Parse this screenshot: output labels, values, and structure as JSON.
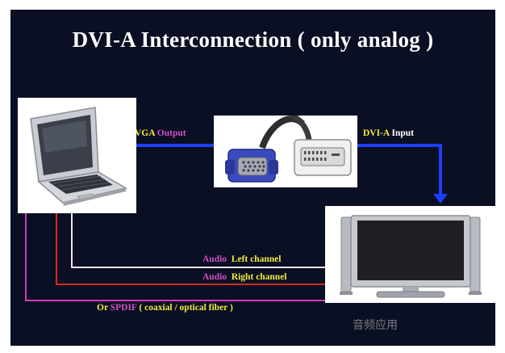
{
  "title": "DVI-A  Interconnection ( only analog )",
  "labels": {
    "vga_output": {
      "part1": "VGA",
      "part2": "Output"
    },
    "dvi_input": {
      "part1": "DVI-A",
      "part2": "Input"
    },
    "audio_left": {
      "part1": "Audio",
      "part2": "Left channel"
    },
    "audio_right": {
      "part1": "Audio",
      "part2": "Right channel"
    },
    "spdif": {
      "prefix": "Or",
      "highlight": "SPDIF",
      "suffix": "( coaxial / optical fiber  )"
    }
  },
  "images": {
    "laptop": "laptop-icon",
    "cable": "vga-dvi-connector-icon",
    "monitor": "flat-panel-monitor-icon"
  },
  "watermark": "音频应用",
  "colors": {
    "background": "#0a0f24",
    "video_wire": "#1d3fff",
    "audio_left_wire": "#e8e8e8",
    "audio_right_wire": "#d62a1f",
    "spdif_wire": "#cc3fbd",
    "label_yellow": "#f2ec3c",
    "label_magenta": "#d44fc2"
  }
}
